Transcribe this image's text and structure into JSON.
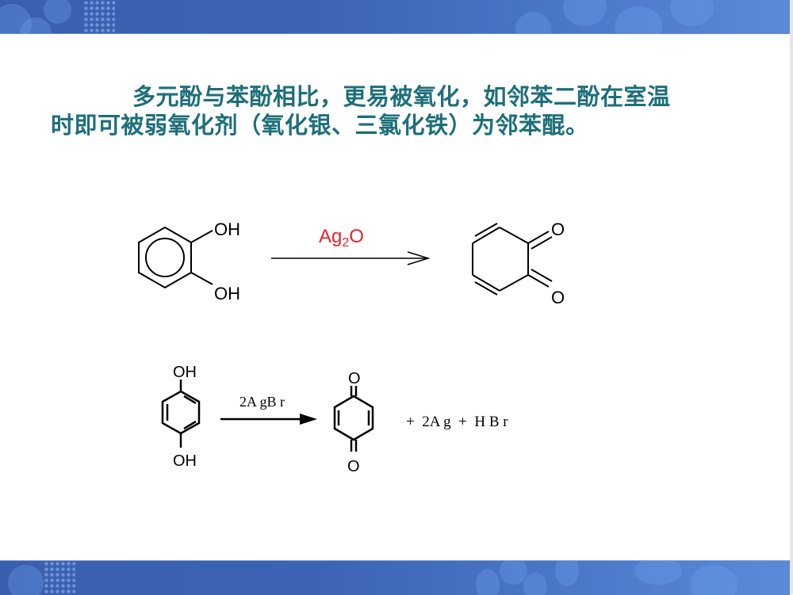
{
  "slide": {
    "title_line1": "多元酚与苯酚相比，更易被氧化，如邻苯二酚在室温",
    "title_line2": "时即可被弱氧化剂（氧化银、三氯化铁）为邻苯醌。",
    "colors": {
      "title": "#1d6f7a",
      "banner": "#3d63b4",
      "reagent": "#e8232a"
    }
  },
  "reaction1": {
    "reactant": "catechol",
    "reactant_labels": [
      "OH",
      "OH"
    ],
    "reagent_main": "Ag",
    "reagent_sub": "2",
    "reagent_tail": "O",
    "product": "o-benzoquinone",
    "product_labels": [
      "O",
      "O"
    ]
  },
  "reaction2": {
    "reactant": "hydroquinone",
    "reactant_labels": [
      "OH",
      "OH"
    ],
    "reagent": "2A gB r",
    "product": "p-benzoquinone",
    "product_labels": [
      "O",
      "O"
    ],
    "byproducts": "+  2A g  +  H B r"
  }
}
